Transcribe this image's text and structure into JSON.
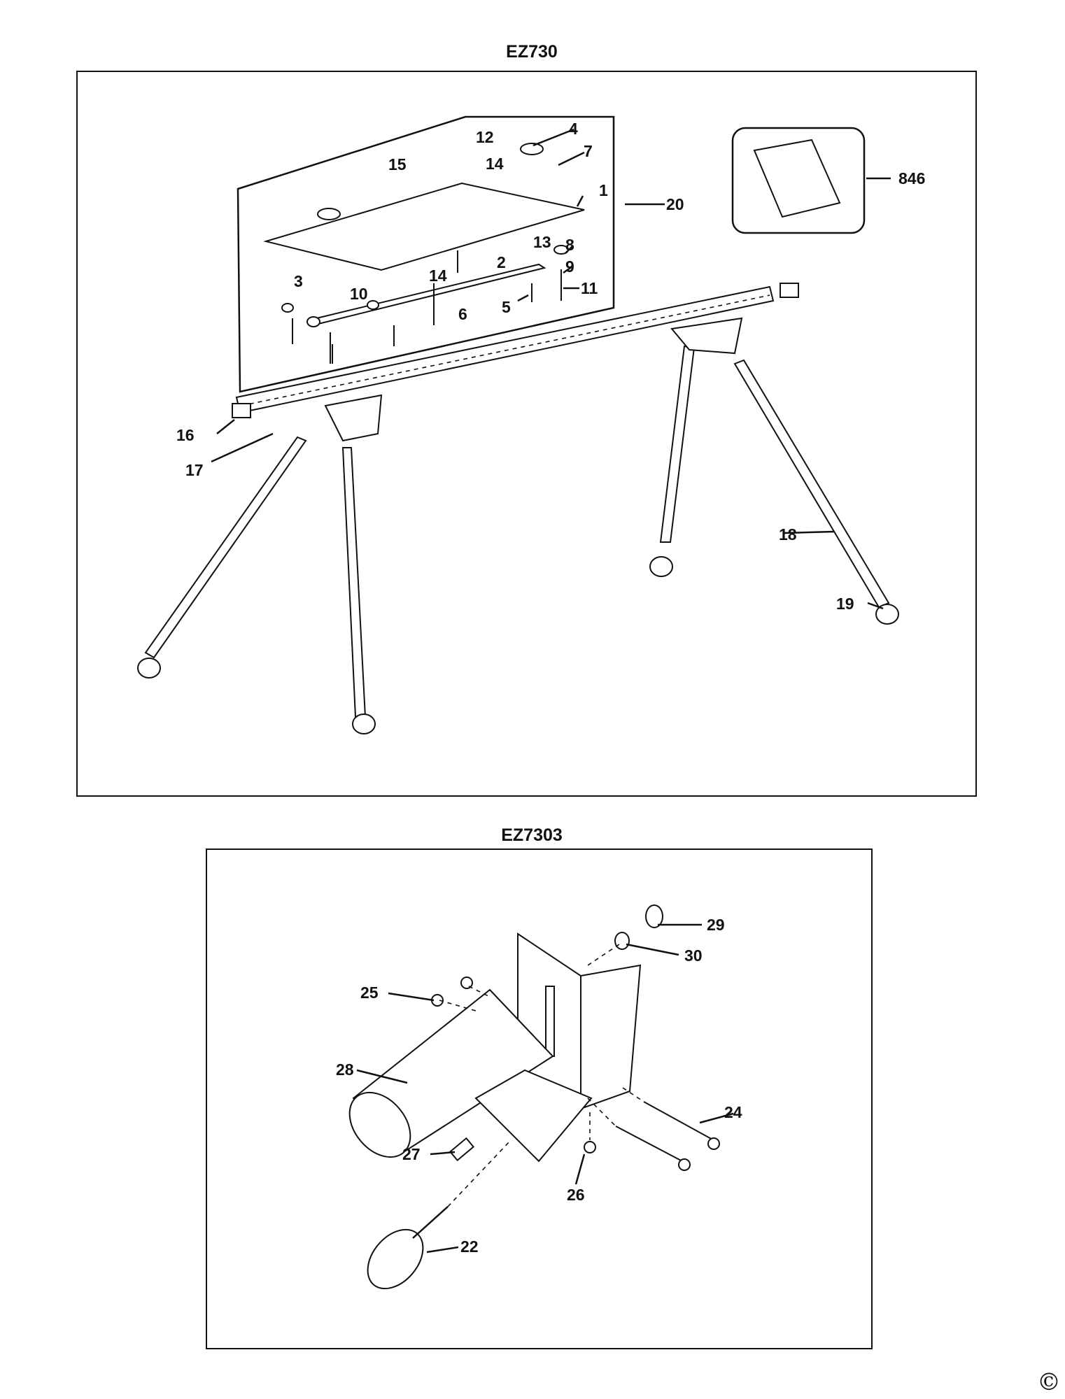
{
  "top_diagram": {
    "title": "EZ730",
    "labels": [
      "1",
      "2",
      "3",
      "4",
      "5",
      "6",
      "7",
      "8",
      "9",
      "10",
      "11",
      "12",
      "13",
      "14",
      "14",
      "15",
      "16",
      "17",
      "18",
      "19",
      "20",
      "846"
    ]
  },
  "bottom_diagram": {
    "title": "EZ7303",
    "labels": [
      "22",
      "24",
      "25",
      "26",
      "27",
      "28",
      "29",
      "30"
    ]
  },
  "copyright_symbol": "©"
}
